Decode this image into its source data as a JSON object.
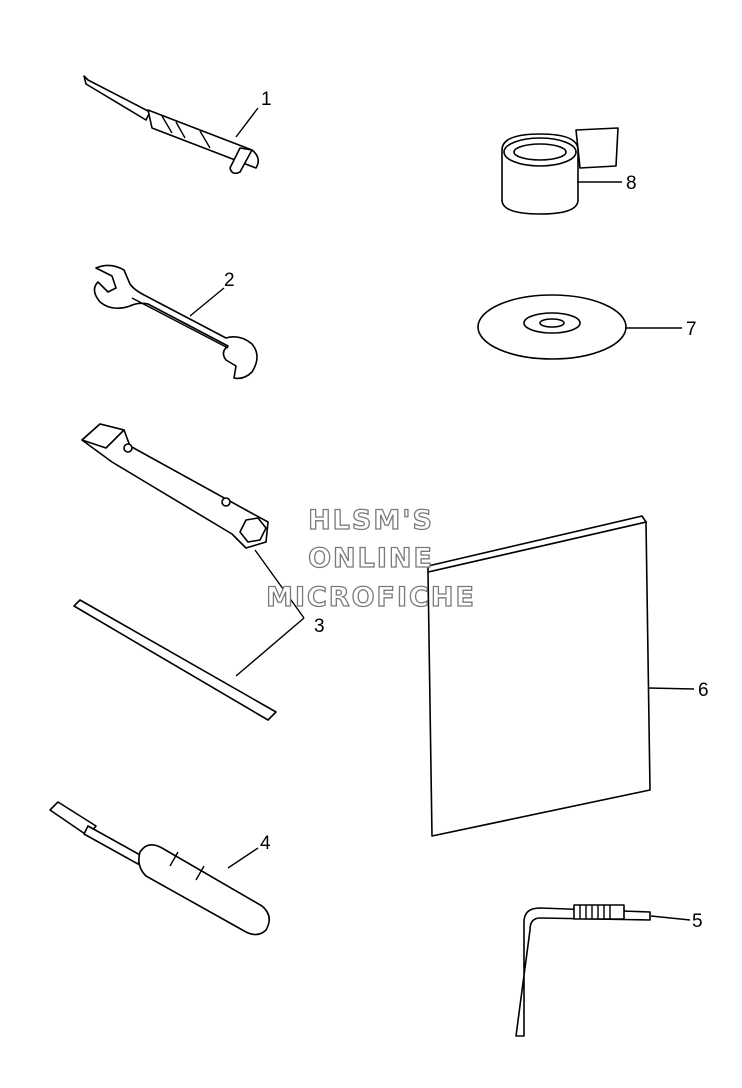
{
  "watermark": {
    "line1": "HLSM'S",
    "line2": "ONLINE",
    "line3": "MICROFICHE"
  },
  "callouts": [
    "1",
    "2",
    "3",
    "4",
    "5",
    "6",
    "7",
    "8"
  ]
}
